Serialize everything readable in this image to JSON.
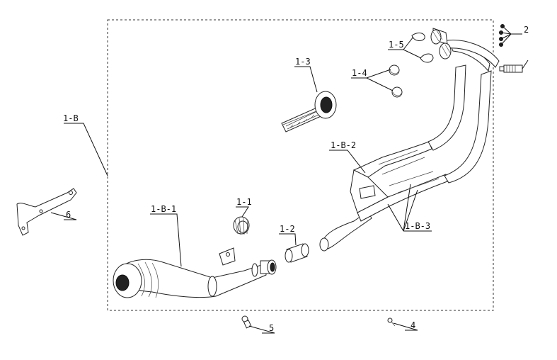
{
  "diagram": {
    "labels": {
      "l_1B": "1-B",
      "l_1B1": "1-B-1",
      "l_1B2": "1-B-2",
      "l_1B3": "1-B-3",
      "l_11": "1-1",
      "l_12": "1-2",
      "l_13": "1-3",
      "l_14": "1-4",
      "l_15": "1-5",
      "l_2": "2",
      "l_4": "4",
      "l_5": "5",
      "l_6": "6"
    }
  }
}
